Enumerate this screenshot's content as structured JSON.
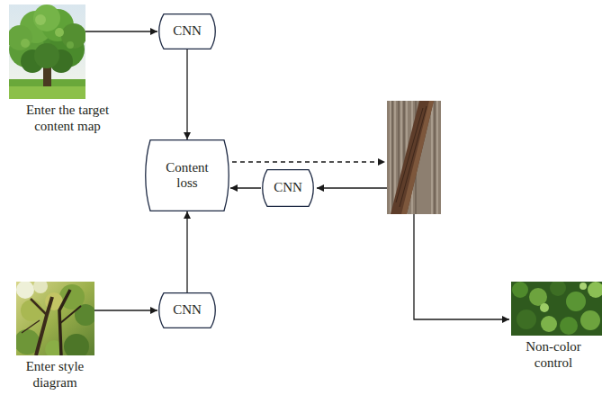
{
  "diagram": {
    "nodes": [
      {
        "text": [
          "Enter the target content map"
        ]
      },
      {
        "text": [
          "CNN"
        ]
      },
      {
        "text": [
          "Content loss"
        ]
      },
      {
        "text": [
          "CNN"
        ]
      },
      {
        "text": [
          "Enter style diagram"
        ]
      },
      {
        "text": [
          "CNN"
        ]
      },
      {
        "text": [
          "Non-color control"
        ]
      }
    ],
    "edges": [
      {
        "from": 0,
        "to": 1,
        "arrow": "to"
      },
      {
        "from": 1,
        "to": 2,
        "arrow": "to"
      },
      {
        "from": 3,
        "to": 2,
        "arrow": "to"
      },
      {
        "from": 4,
        "to": 5,
        "arrow": "to"
      },
      {
        "from": 5,
        "to": 2,
        "arrow": "to"
      }
    ]
  }
}
